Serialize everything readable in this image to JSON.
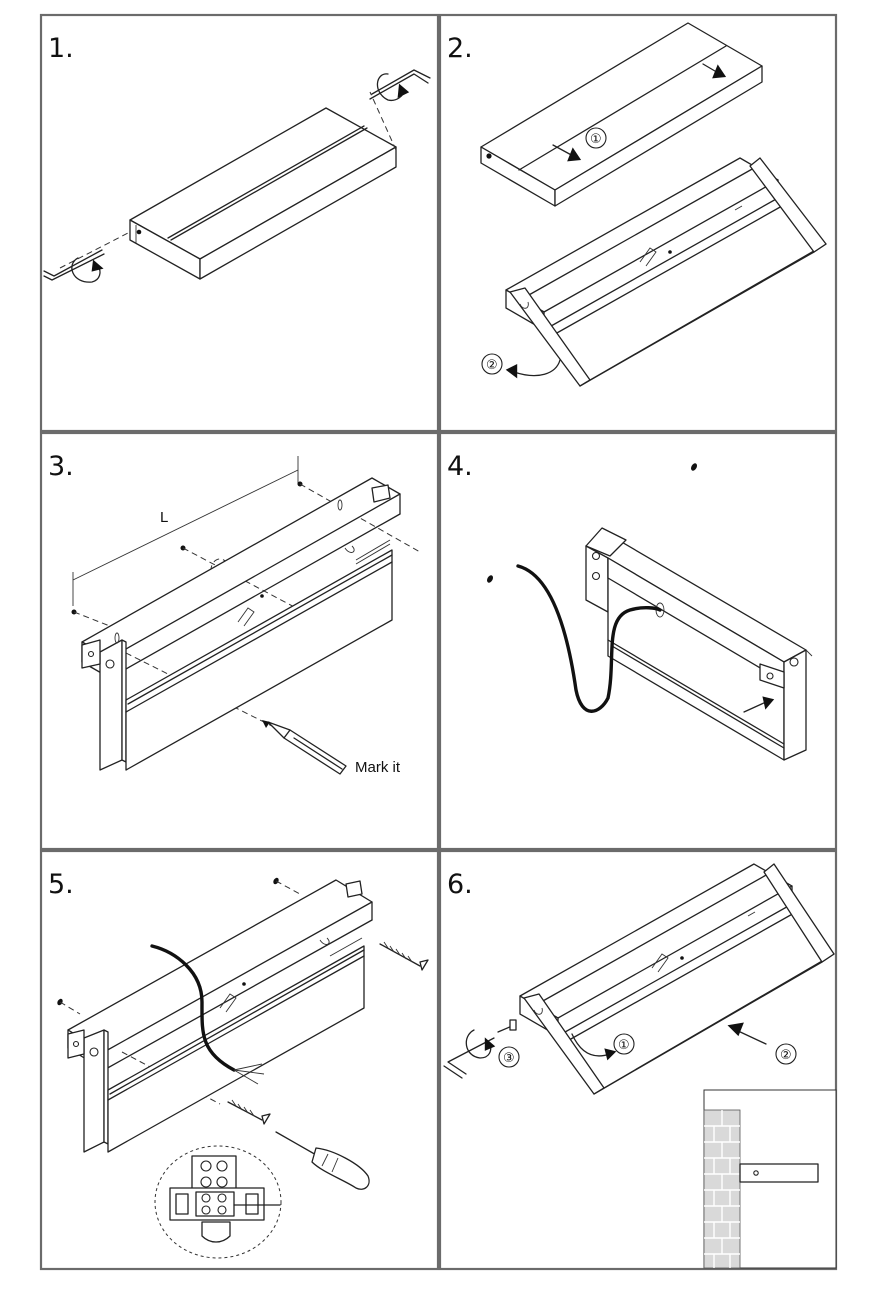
{
  "steps": [
    {
      "number": "1."
    },
    {
      "number": "2.",
      "callouts": [
        "①",
        "②"
      ]
    },
    {
      "number": "3.",
      "dimension_label": "L",
      "mark_label": "Mark it"
    },
    {
      "number": "4."
    },
    {
      "number": "5."
    },
    {
      "number": "6.",
      "callouts": [
        "①",
        "②",
        "③"
      ]
    }
  ],
  "colors": {
    "frame": "#6b6b6b",
    "line": "#222222",
    "brick": "#d9d9d9"
  },
  "icons": [
    "allen-key-icon",
    "rotate-arrow-icon",
    "screw-icon",
    "screwdriver-icon",
    "pencil-icon",
    "terminal-block-icon",
    "brick-wall-icon"
  ]
}
